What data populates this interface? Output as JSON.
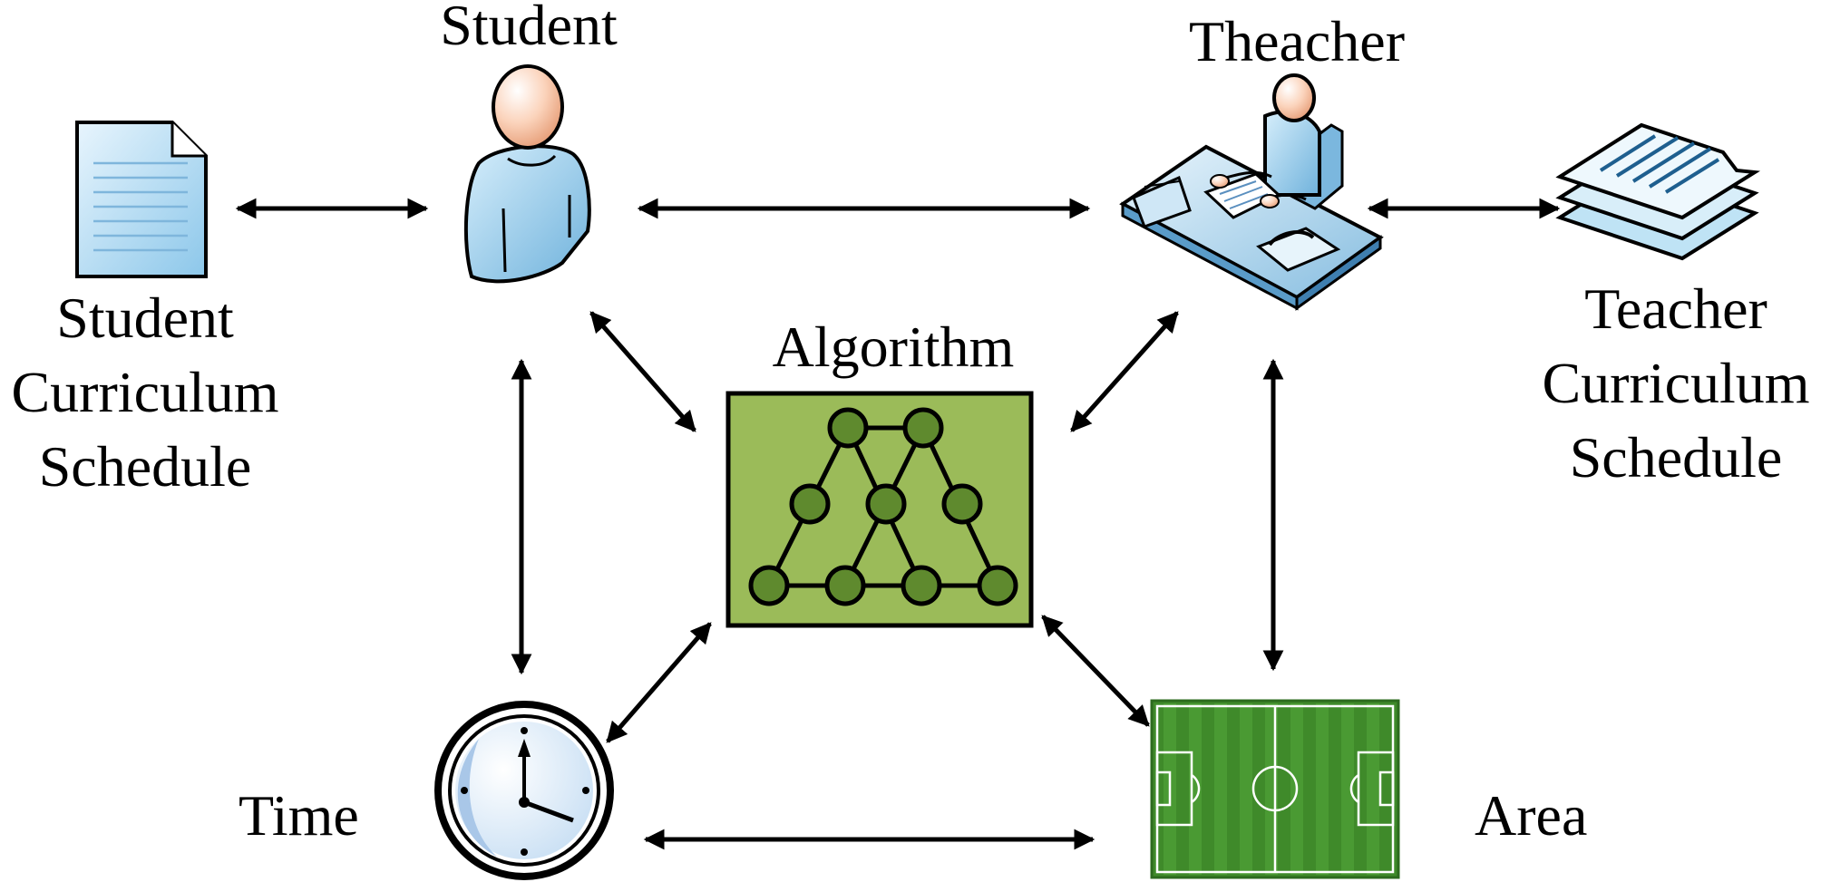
{
  "labels": {
    "student": "Student",
    "teacher": "Theacher",
    "algorithm": "Algorithm",
    "time": "Time",
    "area": "Area",
    "student_schedule": [
      "Student",
      "Curriculum",
      "Schedule"
    ],
    "teacher_schedule": [
      "Teacher",
      "Curriculum",
      "Schedule"
    ]
  },
  "icons": {
    "student": "student-person-icon",
    "teacher": "teacher-at-desk-icon",
    "student_schedule": "document-icon",
    "teacher_schedule": "stacked-documents-icon",
    "algorithm": "network-graph-icon",
    "time": "clock-icon",
    "area": "soccer-field-icon"
  },
  "colors": {
    "algorithm_fill": "#9bbb59",
    "field_green": "#3f8a2a",
    "icon_blue": "#9fd0ea",
    "arrow": "#000000"
  }
}
